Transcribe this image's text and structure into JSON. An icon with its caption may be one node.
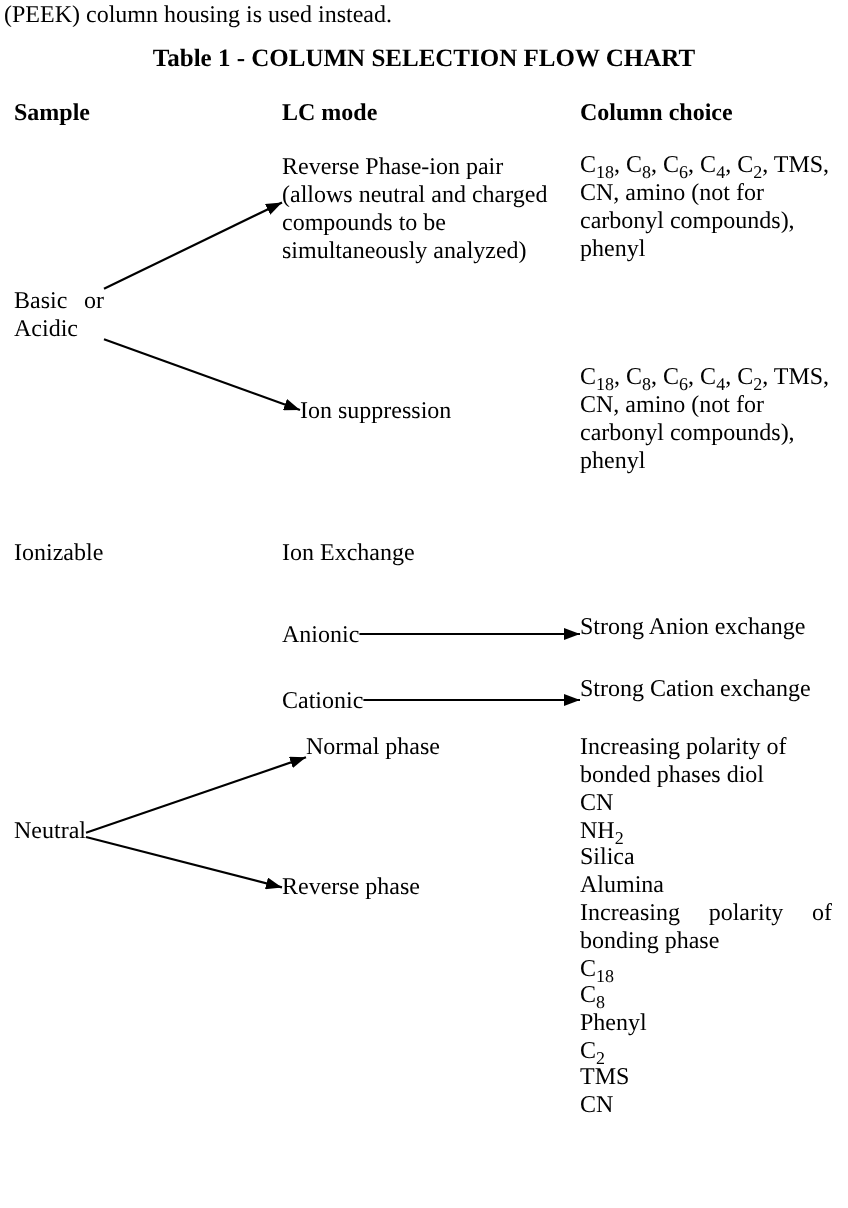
{
  "diagram": {
    "title": "Table 1 - COLUMN SELECTION FLOW CHART",
    "nodes": [
      {
        "text": [
          "Reverse Phase-ion pair (allows neutral and charged compounds to be simultaneously analyzed)"
        ]
      },
      {
        "text": [
          "Basic or Acidic"
        ]
      },
      {
        "text": [
          "Ion suppression"
        ]
      },
      {
        "text": [
          "Anionic"
        ]
      },
      {
        "text": [
          "Strong Anion exchange"
        ]
      },
      {
        "text": [
          "Cationic"
        ]
      },
      {
        "text": [
          "Strong Cation exchange"
        ]
      },
      {
        "text": [
          "Normal phase"
        ]
      },
      {
        "text": [
          "Neutral"
        ]
      },
      {
        "text": [
          "Reverse phase"
        ]
      }
    ],
    "edges": [
      {
        "from": 1,
        "to": 0,
        "arrow": "to"
      },
      {
        "from": 1,
        "to": 2,
        "arrow": "to"
      },
      {
        "from": 3,
        "to": 4,
        "arrow": "to"
      },
      {
        "from": 5,
        "to": 6,
        "arrow": "to"
      },
      {
        "from": 8,
        "to": 7,
        "arrow": "to"
      },
      {
        "from": 8,
        "to": 9,
        "arrow": "to"
      }
    ],
    "labels": [
      "(PEEK) column housing is used instead.",
      "Sample",
      "LC mode",
      "Column choice",
      "C$_{18}$, C$_{8}$, C$_{6}$, C$_{4}$, C$_{2}$, TMS, CN, amino (not for carbonyl compounds), phenyl",
      "C$_{18}$, C$_{8}$, C$_{6}$, C$_{4}$, C$_{2}$, TMS, CN, amino (not for carbonyl compounds), phenyl",
      "Ionizable",
      "Ion Exchange",
      "Increasing polarity of bonded phases diol",
      "CN",
      "NH$_{2}$",
      "Silica",
      "Alumina",
      "Increasing polarity of bonding phase",
      "C$_{18}$",
      "C$_{8}$",
      "Phenyl",
      "C$_{2}$",
      "TMS",
      "CN"
    ]
  }
}
